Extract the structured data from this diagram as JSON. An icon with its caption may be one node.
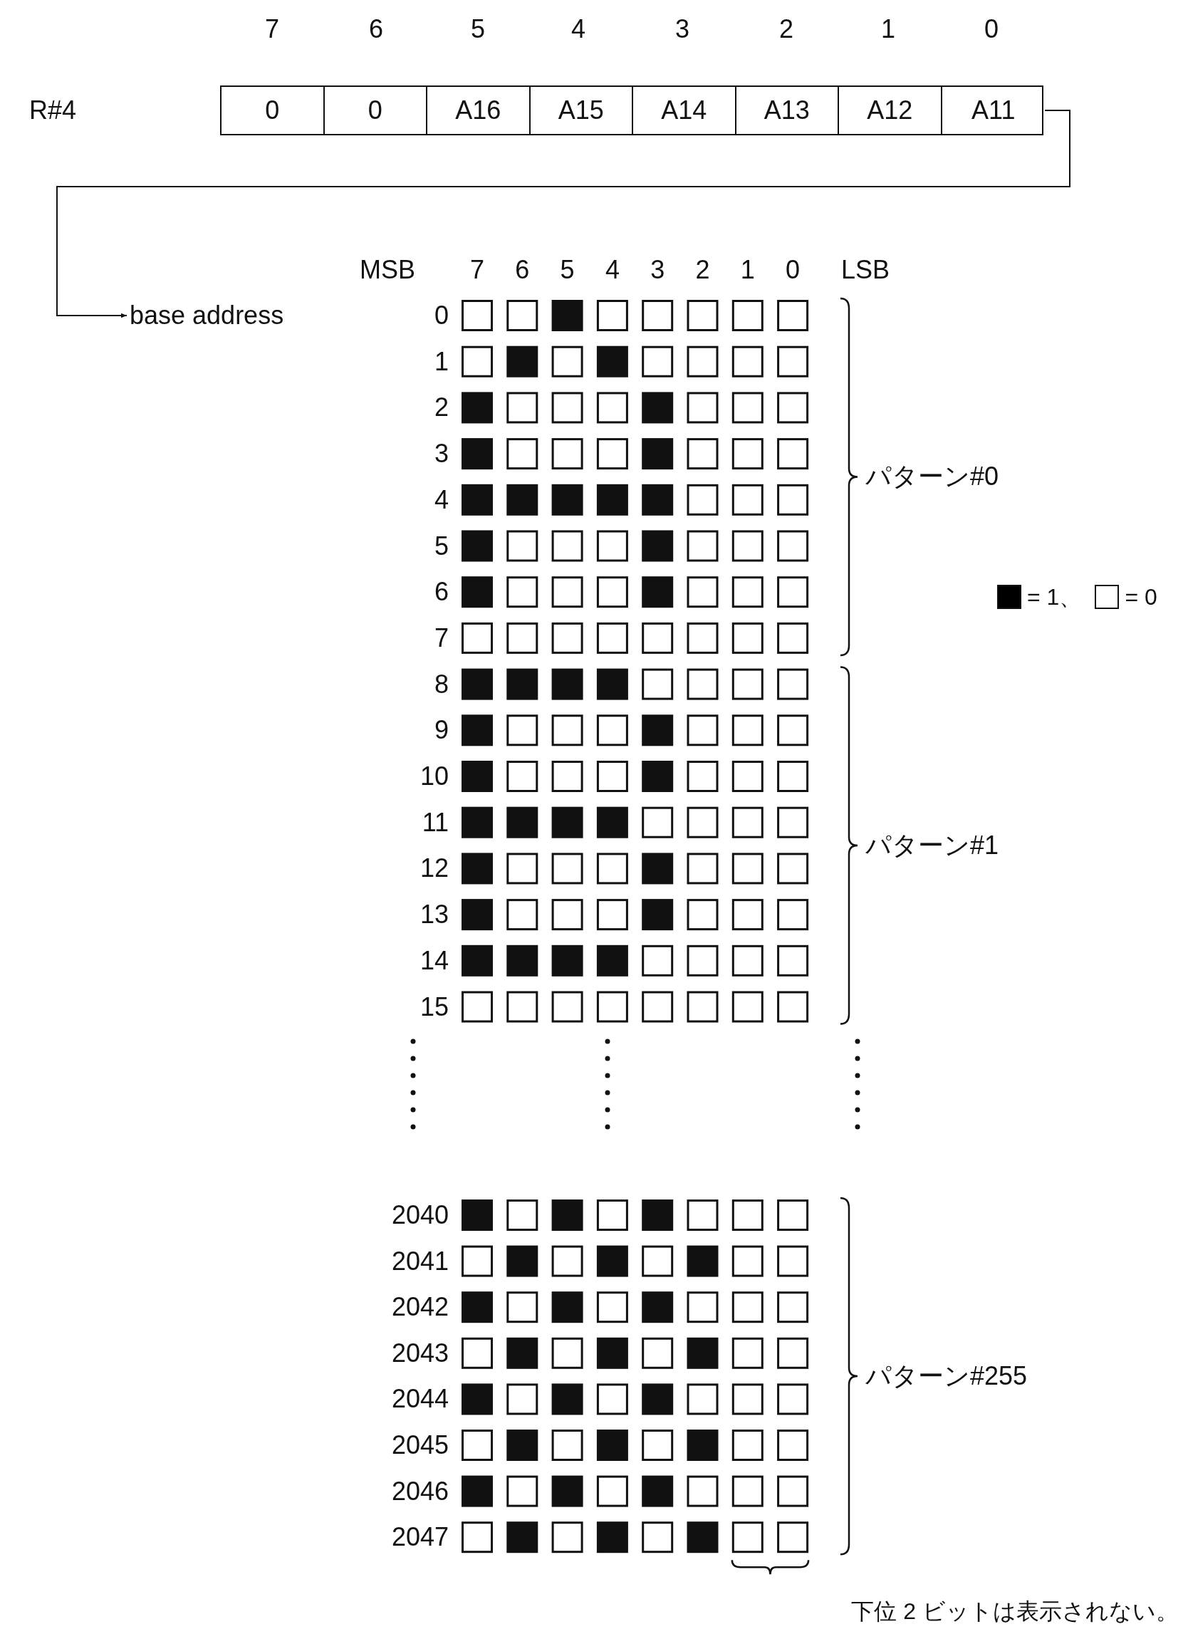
{
  "diagram": {
    "nodes": [
      {
        "text": [],
        "shape": "box"
      },
      {
        "text": [
          "0"
        ],
        "in": 0
      },
      {
        "text": [
          "0"
        ],
        "in": 0
      },
      {
        "text": [
          "A16"
        ],
        "in": 0
      },
      {
        "text": [
          "A15"
        ],
        "in": 0
      },
      {
        "text": [
          "A14"
        ],
        "in": 0
      },
      {
        "text": [
          "A13"
        ],
        "in": 0
      },
      {
        "text": [
          "A12"
        ],
        "in": 0
      },
      {
        "text": [
          "A11"
        ],
        "in": 0
      },
      {
        "text": [
          "base address"
        ]
      }
    ],
    "edges": [
      {
        "from": 8,
        "to": 9,
        "arrow": "to"
      }
    ],
    "labels": [
      "7",
      "6",
      "5",
      "4",
      "3",
      "2",
      "1",
      "0",
      "MSB",
      "7",
      "6",
      "5",
      "4",
      "3",
      "2",
      "1",
      "0",
      "LSB",
      "0",
      "1",
      "2",
      "3",
      "4",
      "5",
      "6",
      "7",
      "パターン#0",
      "8",
      "9",
      "10",
      "11",
      "12",
      "13",
      "14",
      "15",
      "パターン#1",
      "2040",
      "2041",
      "2042",
      "2043",
      "2044",
      "2045",
      "2046",
      "2047",
      "パターン#255",
      "下位 2 ビットは表示されない。",
      "R#4"
    ],
    "legend": [
      {
        "text": "= 1、",
        "color": "#000000"
      },
      {
        "text": "= 0",
        "color": "#ffffff"
      }
    ]
  }
}
